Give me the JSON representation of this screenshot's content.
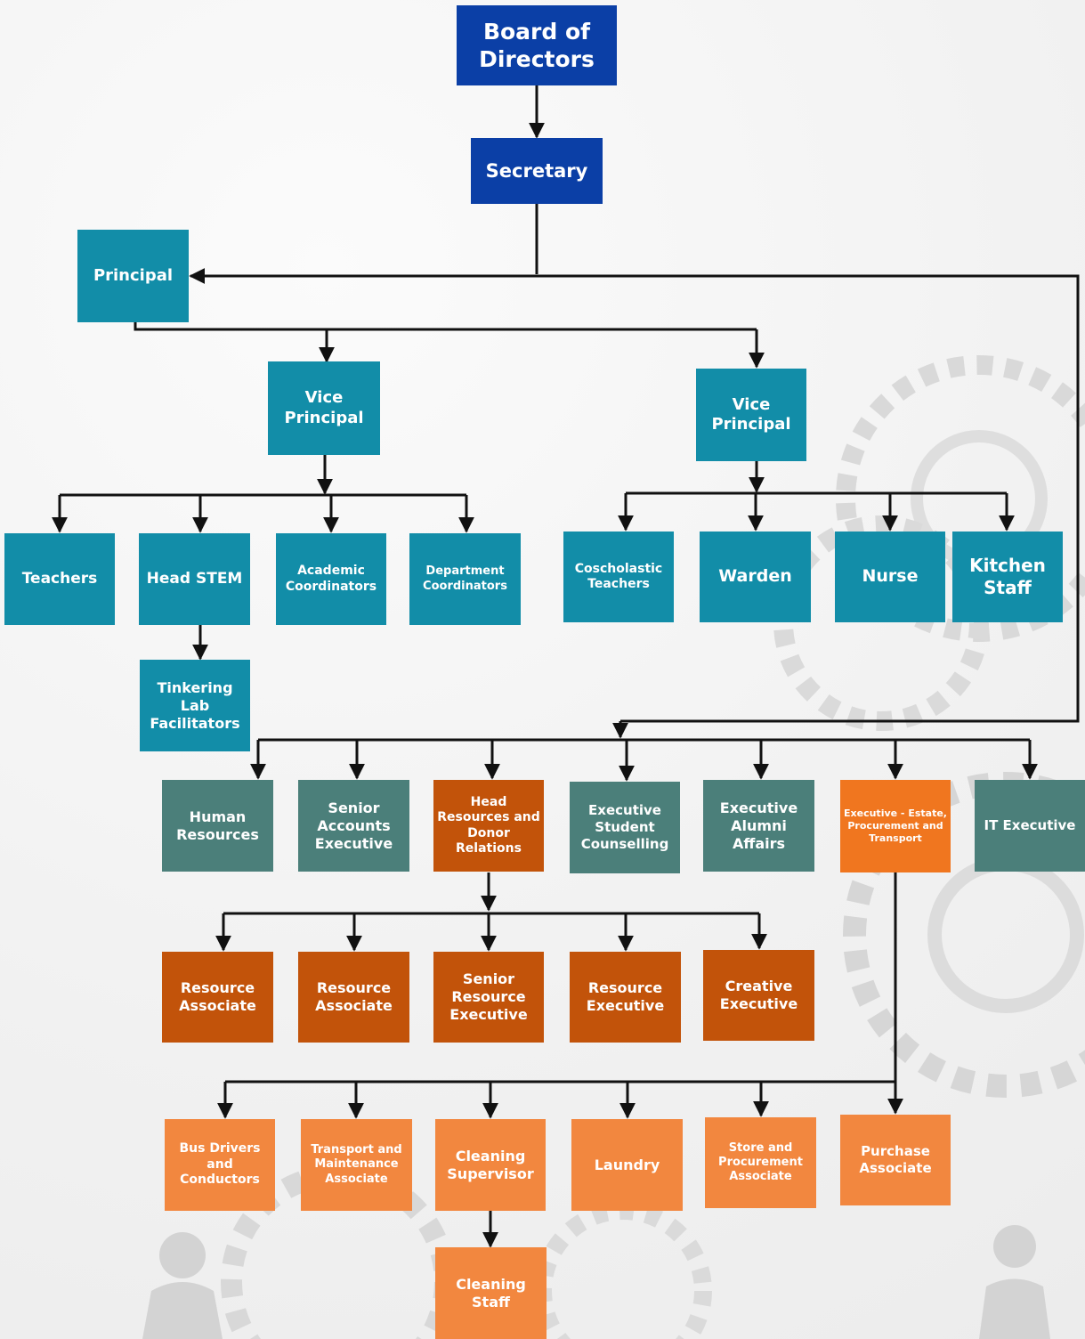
{
  "nodes": {
    "board": "Board of Directors",
    "secretary": "Secretary",
    "principal": "Principal",
    "vp1": "Vice Principal",
    "vp2": "Vice Principal",
    "teachers": "Teachers",
    "head_stem": "Head STEM",
    "academic_coord": "Academic Coordinators",
    "dept_coord": "Department Coordinators",
    "tinkering": "Tinkering Lab Facilitators",
    "coscholastic": "Coscholastic Teachers",
    "warden": "Warden",
    "nurse": "Nurse",
    "kitchen": "Kitchen Staff",
    "hr": "Human Resources",
    "sr_accounts": "Senior Accounts Executive",
    "head_resources": "Head Resources and Donor Relations",
    "exec_counselling": "Executive Student Counselling",
    "exec_alumni": "Executive Alumni Affairs",
    "exec_estate": "Executive - Estate, Procurement and Transport",
    "it_exec": "IT Executive",
    "res_assoc1": "Resource Associate",
    "res_assoc2": "Resource Associate",
    "sr_res_exec": "Senior Resource Executive",
    "res_exec": "Resource Executive",
    "creative_exec": "Creative Executive",
    "bus_drivers": "Bus Drivers and Conductors",
    "transport_maint": "Transport and Maintenance Associate",
    "cleaning_sup": "Cleaning Supervisor",
    "laundry": "Laundry",
    "store_proc": "Store and Procurement Associate",
    "purchase": "Purchase Associate",
    "cleaning_staff": "Cleaning Staff"
  },
  "colors": {
    "navy": "#0b3fa6",
    "teal": "#128da8",
    "slate": "#4b7f7a",
    "rust": "#c2530a",
    "orange": "#f2873f",
    "amber": "#f0761f",
    "line": "#111111"
  },
  "background_icons": [
    "gear-icon",
    "businessman-icon"
  ]
}
